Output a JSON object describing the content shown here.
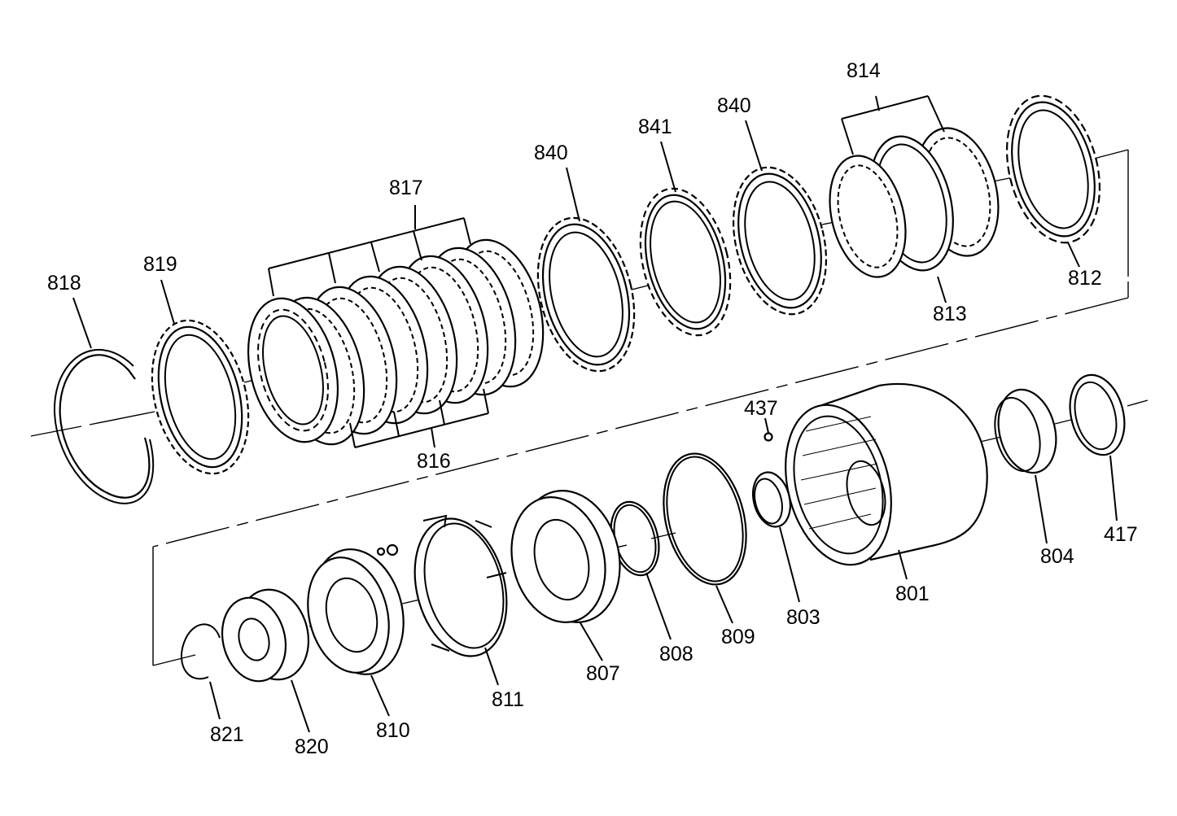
{
  "diagram": {
    "callouts": {
      "c818": "818",
      "c819": "819",
      "c817": "817",
      "c816": "816",
      "c840a": "840",
      "c841": "841",
      "c840b": "840",
      "c814": "814",
      "c813": "813",
      "c812": "812",
      "c437": "437",
      "c801": "801",
      "c804": "804",
      "c417": "417",
      "c803": "803",
      "c809": "809",
      "c808": "808",
      "c807": "807",
      "c811": "811",
      "c810": "810",
      "c820": "820",
      "c821": "821"
    }
  }
}
